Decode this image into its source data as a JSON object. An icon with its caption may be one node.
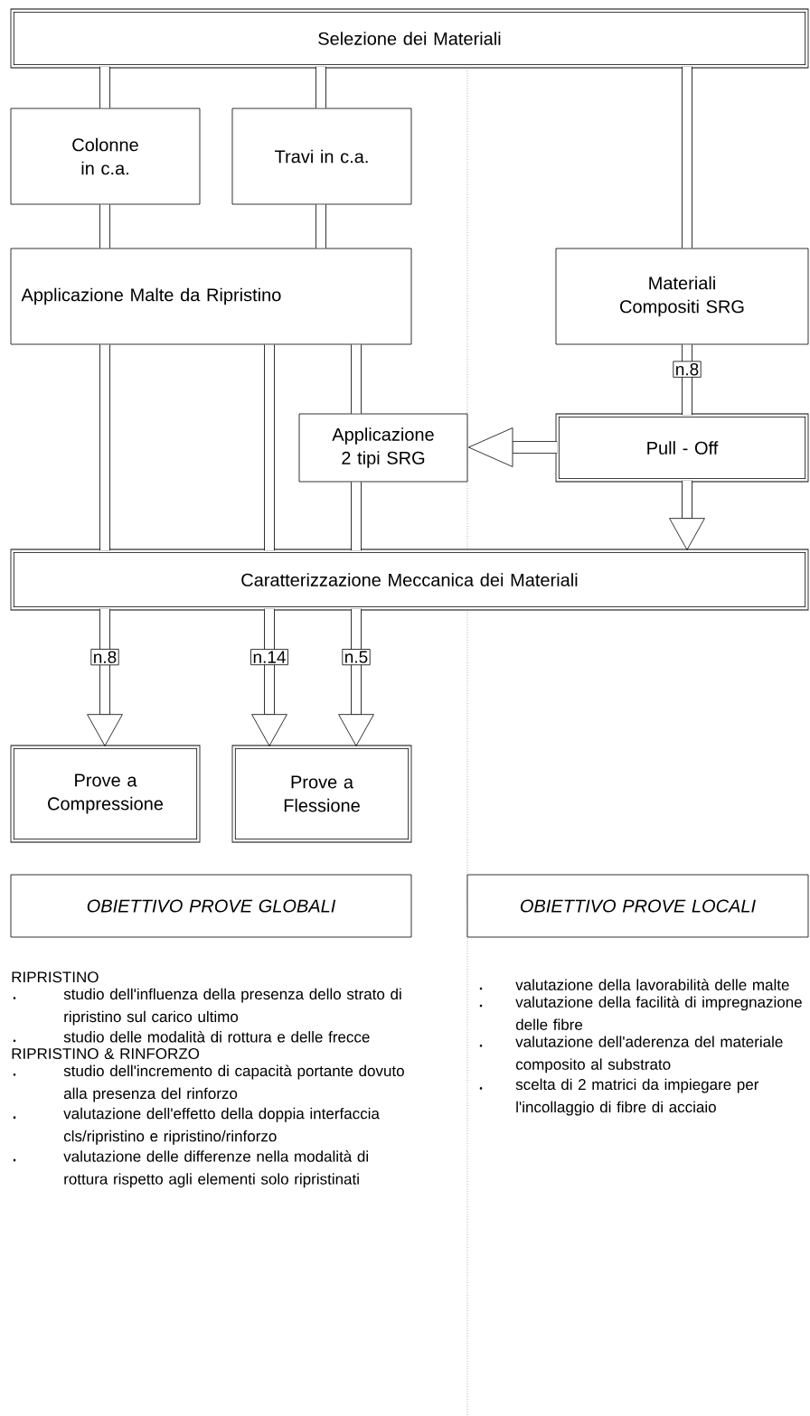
{
  "diagram": {
    "nodes": [
      {
        "text": [
          "Selezione dei Materiali"
        ]
      },
      {
        "text": [
          "Colonne in c.a."
        ]
      },
      {
        "text": [
          "Travi in c.a."
        ]
      },
      {
        "text": [
          "Applicazione Malte da Ripristino"
        ]
      },
      {
        "text": [
          "Materiali Compositi SRG"
        ]
      },
      {
        "text": [
          "Pull - Off"
        ]
      },
      {
        "text": [
          "Applicazione 2 tipi SRG"
        ]
      },
      {
        "text": [
          "Caratterizzazione Meccanica dei Materiali"
        ]
      },
      {
        "text": [
          "Prove a Compressione"
        ]
      },
      {
        "text": [
          "Prove a Flessione"
        ]
      },
      {
        "text": [
          "OBIETTIVO PROVE GLOBALI"
        ]
      },
      {
        "text": [
          "OBIETTIVO PROVE LOCALI"
        ]
      }
    ],
    "edges": [
      {
        "from": 0,
        "to": 1,
        "arrow": "none"
      },
      {
        "from": 0,
        "to": 2,
        "arrow": "none"
      },
      {
        "from": 1,
        "to": 3,
        "arrow": "none"
      },
      {
        "from": 2,
        "to": 3,
        "arrow": "none"
      },
      {
        "from": 0,
        "to": 4,
        "arrow": "none"
      },
      {
        "from": 3,
        "to": 7,
        "arrow": "none"
      },
      {
        "from": 3,
        "to": 7,
        "arrow": "none"
      },
      {
        "from": 3,
        "to": 6,
        "arrow": "none"
      },
      {
        "from": 6,
        "to": 7,
        "arrow": "none"
      },
      {
        "from": 4,
        "to": 5,
        "arrow": "none",
        "label": "n.8"
      },
      {
        "from": 5,
        "to": 6,
        "arrow": "to"
      },
      {
        "from": 5,
        "to": 7,
        "arrow": "to"
      },
      {
        "from": 7,
        "to": 8,
        "arrow": "to",
        "label": "n.8"
      },
      {
        "from": 7,
        "to": 9,
        "arrow": "to",
        "label": "n.14"
      },
      {
        "from": 7,
        "to": 9,
        "arrow": "to",
        "label": "n.5"
      }
    ],
    "labels": [
      "RIPRISTINO",
      "studio dell'influenza della presenza dello strato di ripristino sul carico ultimo",
      "studio delle modalità di rottura e delle frecce",
      "RIPRISTINO & RINFORZO",
      "studio dell'incremento di capacità portante dovuto alla presenza del rinforzo",
      "valutazione dell'effetto della doppia interfaccia cls/ripristino e ripristino/rinforzo",
      "valutazione delle differenze nella modalità di rottura rispetto agli elementi solo ripristinati",
      "valutazione della lavorabilità delle malte",
      "valutazione della facilità di impregnazione delle fibre",
      "valutazione dell'aderenza del materiale composito al substrato",
      "scelta di 2 matrici da impiegare per l'incollaggio di fibre di acciaio"
    ]
  }
}
